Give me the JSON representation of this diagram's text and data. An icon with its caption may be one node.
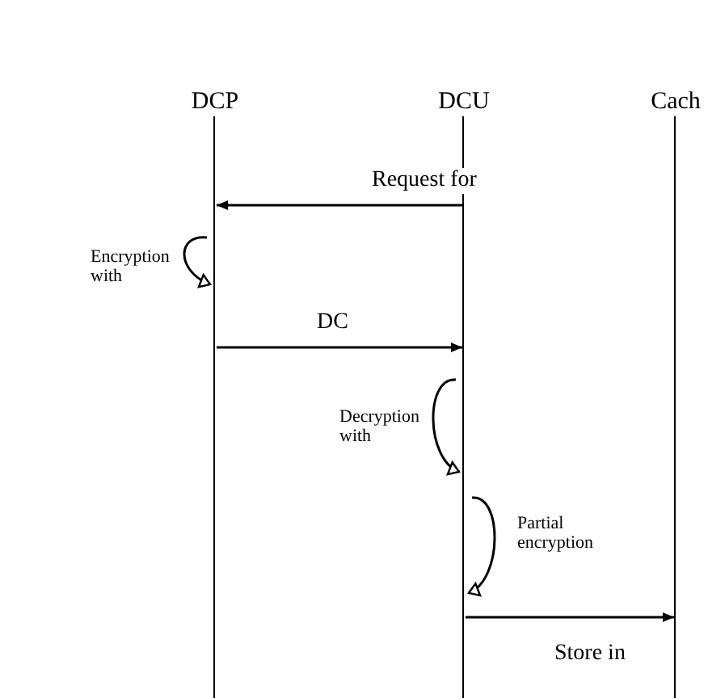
{
  "diagram": {
    "nodes": [
      {
        "text": [
          "DCP"
        ]
      },
      {
        "text": [
          "DCU"
        ]
      },
      {
        "text": [
          "Cach"
        ]
      }
    ],
    "edges": [
      {
        "from": 1,
        "to": 0,
        "arrow": "to",
        "label": "Request for"
      },
      {
        "from": 0,
        "to": 0,
        "arrow": "to",
        "label": "Encryption with"
      },
      {
        "from": 0,
        "to": 1,
        "arrow": "to",
        "label": "DC"
      },
      {
        "from": 1,
        "to": 1,
        "arrow": "to",
        "label": "Decryption with"
      },
      {
        "from": 1,
        "to": 1,
        "arrow": "to",
        "label": "Partial encryption"
      },
      {
        "from": 1,
        "to": 2,
        "arrow": "to",
        "label": "Store in"
      }
    ]
  }
}
